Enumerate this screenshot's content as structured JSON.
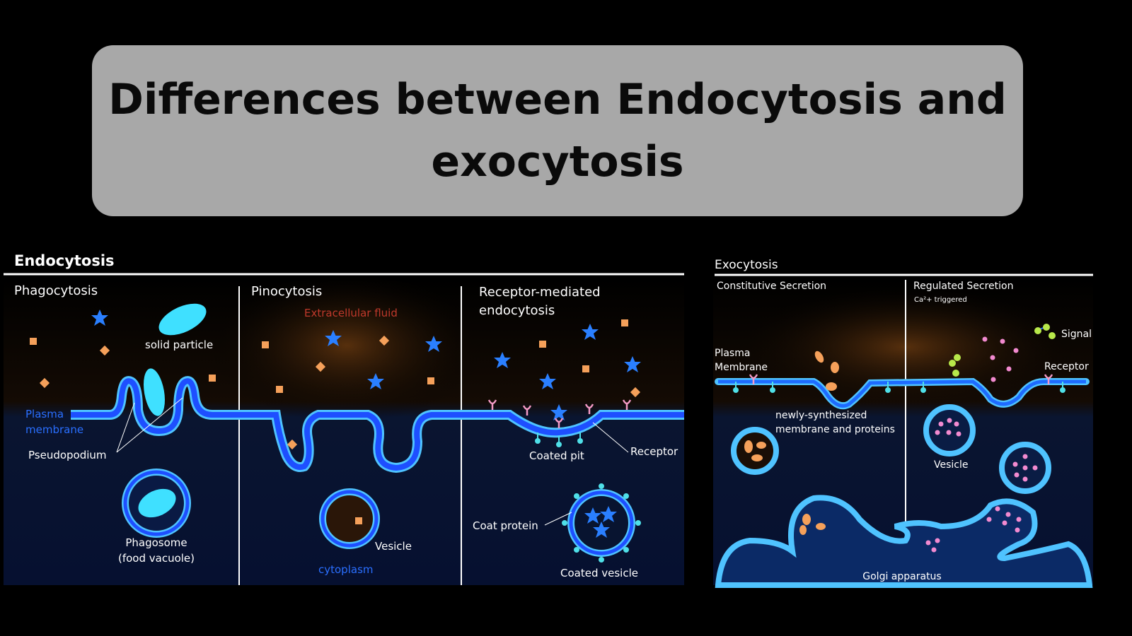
{
  "title": "Differences between Endocytosis and exocytosis",
  "endocytosis": {
    "header": "Endocytosis",
    "phagocytosis": {
      "heading": "Phagocytosis",
      "solid_particle": "solid particle",
      "plasma_membrane_1": "Plasma",
      "plasma_membrane_2": "membrane",
      "pseudopodium": "Pseudopodium",
      "phagosome_1": "Phagosome",
      "phagosome_2": "(food vacuole)"
    },
    "pinocytosis": {
      "heading": "Pinocytosis",
      "extracellular_fluid": "Extracellular fluid",
      "vesicle": "Vesicle",
      "cytoplasm": "cytoplasm"
    },
    "receptor_mediated": {
      "heading_1": "Receptor-mediated",
      "heading_2": "endocytosis",
      "coated_pit": "Coated pit",
      "receptor": "Receptor",
      "coat_protein": "Coat protein",
      "coated_vesicle": "Coated vesicle"
    }
  },
  "exocytosis": {
    "header": "Exocytosis",
    "constitutive": {
      "heading": "Constitutive Secretion",
      "plasma_membrane_1": "Plasma",
      "plasma_membrane_2": "Membrane",
      "newly_1": "newly-synthesized",
      "newly_2": "membrane and proteins"
    },
    "regulated": {
      "heading": "Regulated Secretion",
      "subheading": "Ca²+ triggered",
      "signal": "Signal",
      "receptor": "Receptor",
      "vesicle": "Vesicle"
    },
    "golgi": "Golgi apparatus"
  },
  "colors": {
    "membrane": "#1e6bff",
    "membrane_glow": "#4fc3ff",
    "cargo": "#f5a05a",
    "star": "#2a7fff",
    "granule": "#f28ad0"
  }
}
